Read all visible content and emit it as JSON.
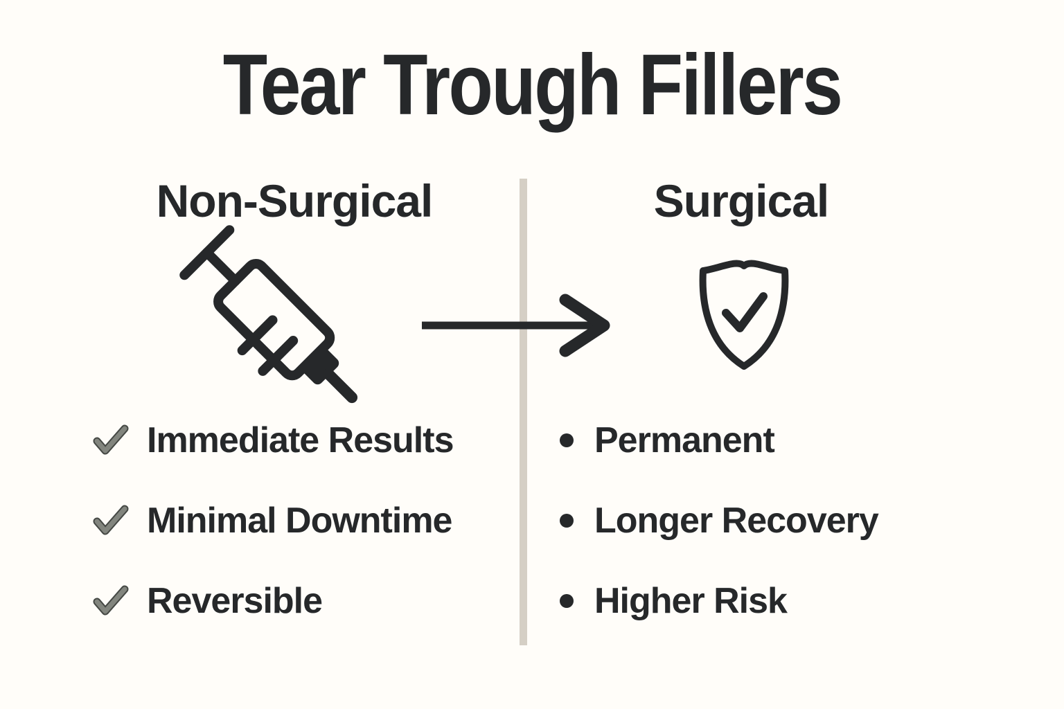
{
  "title": "Tear Trough Fillers",
  "colors": {
    "background": "#fffdf9",
    "text": "#26282a",
    "divider": "#d5cfc5",
    "check": "#82857e",
    "check_outline": "#454844"
  },
  "left": {
    "header": "Non-Surgical",
    "icon": "syringe-icon",
    "marker_style": "checkmark",
    "items": [
      {
        "label": "Immediate Results"
      },
      {
        "label": "Minimal Downtime"
      },
      {
        "label": "Reversible"
      }
    ]
  },
  "center": {
    "icon": "arrow-right-icon",
    "divider": "vertical-line"
  },
  "right": {
    "header": "Surgical",
    "icon": "shield-check-icon",
    "marker_style": "bullet",
    "items": [
      {
        "label": "Permanent"
      },
      {
        "label": "Longer Recovery"
      },
      {
        "label": "Higher Risk"
      }
    ]
  }
}
